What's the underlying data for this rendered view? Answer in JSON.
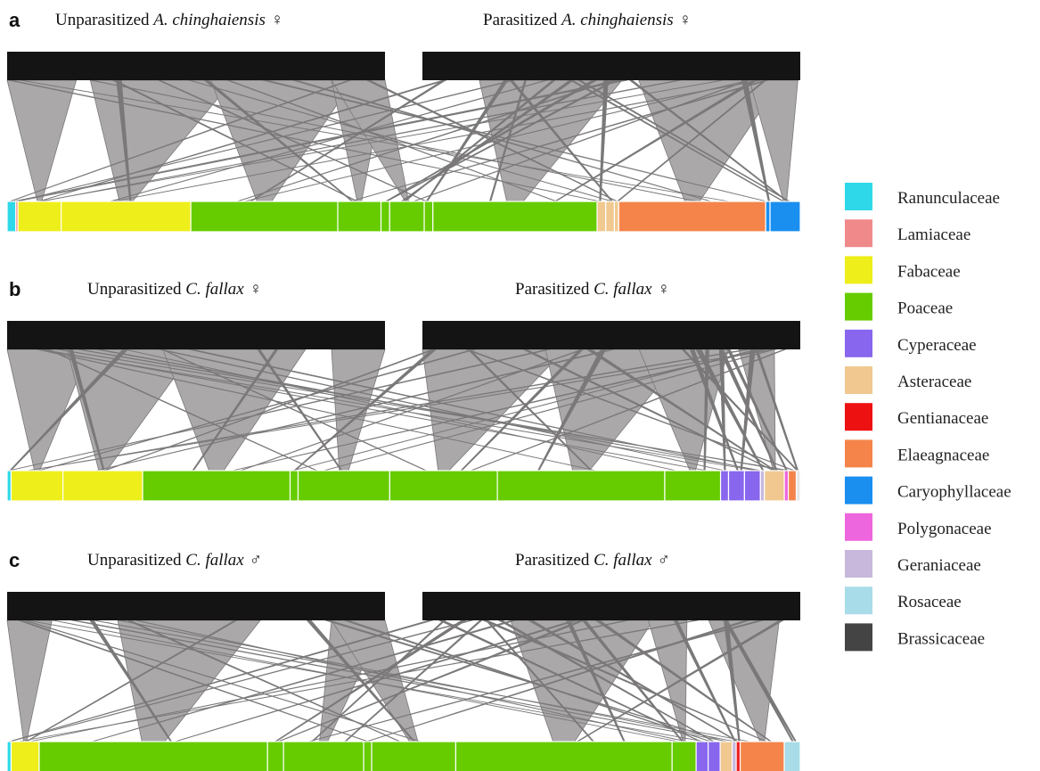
{
  "panels": [
    {
      "letter": "a",
      "left_title": {
        "prefix": "Unparasitized ",
        "species": "A. chinghaiensis",
        "sex": "♀"
      },
      "right_title": {
        "prefix": "Parasitized ",
        "species": "A. chinghaiensis",
        "sex": "♀"
      },
      "segments": [
        [
          "#2fd8e8",
          2
        ],
        [
          "#f08a8a",
          0.5
        ],
        [
          "#eeee1a",
          10
        ],
        [
          "#eeee1a",
          30
        ],
        [
          "#66cc00",
          34
        ],
        [
          "#66cc00",
          10
        ],
        [
          "#66cc00",
          2
        ],
        [
          "#66cc00",
          8
        ],
        [
          "#66cc00",
          2
        ],
        [
          "#66cc00",
          38
        ],
        [
          "#f0c890",
          2
        ],
        [
          "#f0c890",
          2
        ],
        [
          "#f0c890",
          1
        ],
        [
          "#f5844a",
          34
        ],
        [
          "#1a8ff0",
          1
        ],
        [
          "#1a8ff0",
          7
        ]
      ]
    },
    {
      "letter": "b",
      "left_title": {
        "prefix": "Unparasitized ",
        "species": "C. fallax",
        "sex": "♀"
      },
      "right_title": {
        "prefix": "Parasitized ",
        "species": "C. fallax",
        "sex": "♀"
      },
      "segments": [
        [
          "#2fd8e8",
          1
        ],
        [
          "#eeee1a",
          13
        ],
        [
          "#eeee1a",
          20
        ],
        [
          "#66cc00",
          37
        ],
        [
          "#66cc00",
          2
        ],
        [
          "#66cc00",
          23
        ],
        [
          "#66cc00",
          27
        ],
        [
          "#66cc00",
          42
        ],
        [
          "#66cc00",
          14
        ],
        [
          "#8866ee",
          2
        ],
        [
          "#8866ee",
          4
        ],
        [
          "#8866ee",
          4
        ],
        [
          "#c8b8dc",
          1
        ],
        [
          "#f0c890",
          5
        ],
        [
          "#ee66dd",
          1
        ],
        [
          "#f5844a",
          2
        ],
        [
          "#e8e8e8",
          1
        ]
      ]
    },
    {
      "letter": "c",
      "left_title": {
        "prefix": "Unparasitized ",
        "species": "C. fallax",
        "sex": "♂"
      },
      "right_title": {
        "prefix": "Parasitized ",
        "species": "C. fallax",
        "sex": "♂"
      },
      "segments": [
        [
          "#2fd8e8",
          1
        ],
        [
          "#eeee1a",
          7
        ],
        [
          "#66cc00",
          57
        ],
        [
          "#66cc00",
          4
        ],
        [
          "#66cc00",
          20
        ],
        [
          "#66cc00",
          2
        ],
        [
          "#66cc00",
          21
        ],
        [
          "#66cc00",
          54
        ],
        [
          "#66cc00",
          6
        ],
        [
          "#8866ee",
          3
        ],
        [
          "#8866ee",
          3
        ],
        [
          "#f0c890",
          3
        ],
        [
          "#c8b8dc",
          1
        ],
        [
          "#ee2222",
          1
        ],
        [
          "#f5844a",
          11
        ],
        [
          "#a8dce8",
          4
        ]
      ]
    }
  ],
  "legend": [
    {
      "label": "Ranunculaceae",
      "color": "#2fd8e8"
    },
    {
      "label": "Lamiaceae",
      "color": "#f08a8a"
    },
    {
      "label": "Fabaceae",
      "color": "#eeee1a"
    },
    {
      "label": "Poaceae",
      "color": "#66cc00"
    },
    {
      "label": "Cyperaceae",
      "color": "#8866ee"
    },
    {
      "label": "Asteraceae",
      "color": "#f0c890"
    },
    {
      "label": "Gentianaceae",
      "color": "#ee1111"
    },
    {
      "label": "Elaeagnaceae",
      "color": "#f5844a"
    },
    {
      "label": "Caryophyllaceae",
      "color": "#1a8ff0"
    },
    {
      "label": "Polygonaceae",
      "color": "#ee66dd"
    },
    {
      "label": "Geraniaceae",
      "color": "#c8b8dc"
    },
    {
      "label": "Rosaceae",
      "color": "#a8dce8"
    },
    {
      "label": "Brassicaceae",
      "color": "#444444"
    }
  ],
  "colors": {
    "host_bar": "#141414",
    "link_fill": "#aaa8a8",
    "link_stroke": "#7a7878"
  }
}
